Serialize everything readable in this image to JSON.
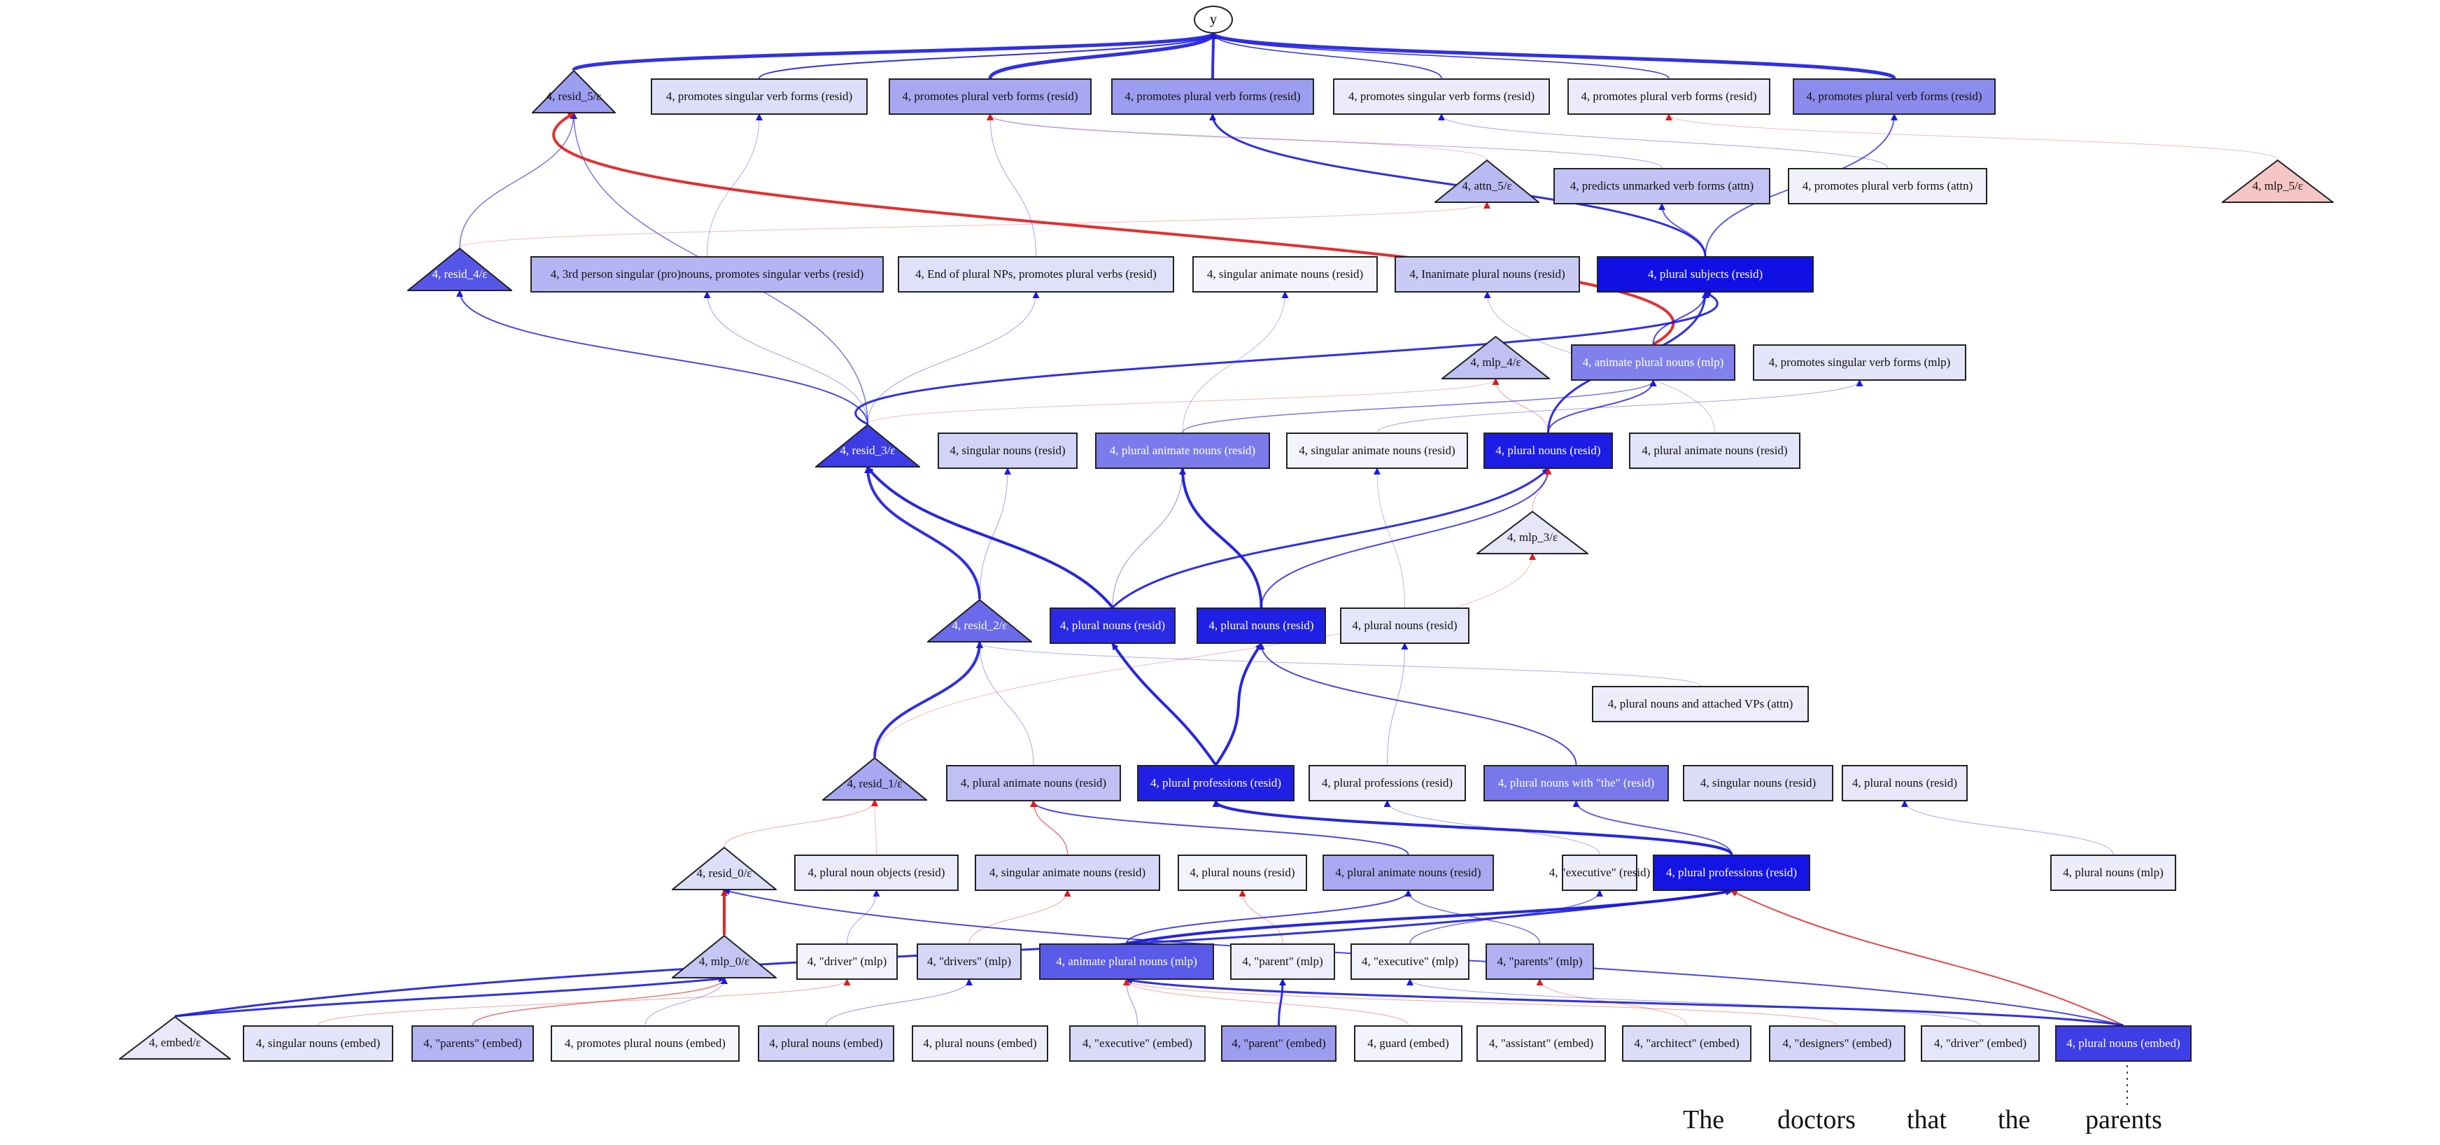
{
  "output_node": "y",
  "levels": [
    {
      "resid": {
        "label": "4, resid_5/ε",
        "fill": "#9d9df2"
      },
      "boxes": [
        {
          "label": "4, promotes singular verb forms (resid)",
          "fill": "#dedef9"
        },
        {
          "label": "4, promotes plural verb forms (resid)",
          "fill": "#a8a8f2"
        },
        {
          "label": "4, promotes plural verb forms (resid)",
          "fill": "#9c9cf0"
        },
        {
          "label": "4, promotes singular verb forms (resid)",
          "fill": "#ebebfb"
        },
        {
          "label": "4, promotes plural verb forms (resid)",
          "fill": "#ebebfb"
        },
        {
          "label": "4, promotes plural verb forms (resid)",
          "fill": "#8b8bee"
        }
      ]
    },
    {
      "extras": [
        {
          "label": "4, attn_5/ε",
          "fill": "#b9b9f4",
          "shape": "triangle"
        },
        {
          "label": "4, predicts unmarked verb forms (attn)",
          "fill": "#c2c2f4"
        },
        {
          "label": "4, promotes plural verb forms (attn)",
          "fill": "#f1f1fc"
        },
        {
          "label": "4, mlp_5/ε",
          "fill": "#f6c6c6",
          "shape": "triangle"
        }
      ]
    },
    {
      "resid": {
        "label": "4, resid_4/ε",
        "fill": "#5656e8"
      },
      "boxes": [
        {
          "label": "4, 3rd person singular (pro)nouns, promotes singular verbs (resid)",
          "fill": "#b5b5f3"
        },
        {
          "label": "4, End of plural NPs, promotes plural verbs (resid)",
          "fill": "#e0e0f9"
        },
        {
          "label": "4, singular animate nouns (resid)",
          "fill": "#f4f4fd"
        },
        {
          "label": "4, Inanimate plural nouns (resid)",
          "fill": "#cacaf6"
        },
        {
          "label": "4, plural subjects (resid)",
          "fill": "#1010e4"
        }
      ]
    },
    {
      "extras": [
        {
          "label": "4, mlp_4/ε",
          "fill": "#c0c0f4",
          "shape": "triangle"
        },
        {
          "label": "4, animate plural nouns (mlp)",
          "fill": "#8181ec"
        },
        {
          "label": "4, promotes singular verb forms (mlp)",
          "fill": "#e4e4fa"
        }
      ]
    },
    {
      "resid": {
        "label": "4, resid_3/ε",
        "fill": "#3d3de6"
      },
      "boxes": [
        {
          "label": "4, singular nouns (resid)",
          "fill": "#d3d3f7"
        },
        {
          "label": "4, plural animate nouns (resid)",
          "fill": "#7b7bec"
        },
        {
          "label": "4, singular animate nouns (resid)",
          "fill": "#f3f3fd"
        },
        {
          "label": "4, plural nouns (resid)",
          "fill": "#1c1ce5"
        },
        {
          "label": "4, plural animate nouns (resid)",
          "fill": "#e4e4fa"
        }
      ]
    },
    {
      "extras": [
        {
          "label": "4, mlp_3/ε",
          "fill": "#e6e6f8",
          "shape": "triangle"
        }
      ]
    },
    {
      "resid": {
        "label": "4, resid_2/ε",
        "fill": "#6a6aea"
      },
      "boxes": [
        {
          "label": "4, plural nouns (resid)",
          "fill": "#2a2ae6"
        },
        {
          "label": "4, plural nouns (resid)",
          "fill": "#2020e5"
        },
        {
          "label": "4, plural nouns (resid)",
          "fill": "#e6e6fa"
        }
      ]
    },
    {
      "extras": [
        {
          "label": "4, plural nouns and attached VPs (attn)",
          "fill": "#ececfb"
        }
      ]
    },
    {
      "resid": {
        "label": "4, resid_1/ε",
        "fill": "#a7a7f2"
      },
      "boxes": [
        {
          "label": "4, plural animate nouns (resid)",
          "fill": "#c0c0f5"
        },
        {
          "label": "4, plural professions (resid)",
          "fill": "#2020e5"
        },
        {
          "label": "4, plural professions (resid)",
          "fill": "#ebebfb"
        },
        {
          "label": "4, plural nouns with \"the\" (resid)",
          "fill": "#7878eb"
        },
        {
          "label": "4, singular nouns (resid)",
          "fill": "#dcdcf9"
        },
        {
          "label": "4, plural nouns (resid)",
          "fill": "#e8e8fa"
        }
      ]
    },
    {
      "resid": {
        "label": "4, resid_0/ε",
        "fill": "#dedef9"
      },
      "boxes": [
        {
          "label": "4, plural noun objects (resid)",
          "fill": "#eaeafb"
        },
        {
          "label": "4, singular animate nouns (resid)",
          "fill": "#d6d6f8"
        },
        {
          "label": "4, plural nouns (resid)",
          "fill": "#f3f3fd"
        },
        {
          "label": "4, plural animate nouns (resid)",
          "fill": "#a9a9f2"
        },
        {
          "label": "4, \"executive\" (resid)",
          "fill": "#ececfb"
        },
        {
          "label": "4, plural professions (resid)",
          "fill": "#1414e4"
        },
        {
          "label": "4, plural nouns (mlp)",
          "fill": "#ececfb"
        }
      ]
    },
    {
      "resid": {
        "label": "4, mlp_0/ε",
        "fill": "#c6c6f5"
      },
      "boxes": [
        {
          "label": "4, \"driver\" (mlp)",
          "fill": "#f3f3fd"
        },
        {
          "label": "4, \"drivers\" (mlp)",
          "fill": "#d6d6f8"
        },
        {
          "label": "4, animate plural nouns (mlp)",
          "fill": "#5a5ae9"
        },
        {
          "label": "4, \"parent\" (mlp)",
          "fill": "#ededfb"
        },
        {
          "label": "4, \"executive\" (mlp)",
          "fill": "#f3f3fd"
        },
        {
          "label": "4, \"parents\" (mlp)",
          "fill": "#b0b0f3"
        }
      ]
    },
    {
      "resid": {
        "label": "4, embed/ε",
        "fill": "#e8e8fa"
      },
      "boxes": [
        {
          "label": "4, singular nouns (embed)",
          "fill": "#e4e4fa"
        },
        {
          "label": "4, \"parents\" (embed)",
          "fill": "#b4b4f3"
        },
        {
          "label": "4, promotes plural nouns (embed)",
          "fill": "#f6f6fd"
        },
        {
          "label": "4, plural nouns (embed)",
          "fill": "#d2d2f7"
        },
        {
          "label": "4, plural nouns (embed)",
          "fill": "#ededfb"
        },
        {
          "label": "4, \"executive\" (embed)",
          "fill": "#d9d9f8"
        },
        {
          "label": "4, \"parent\" (embed)",
          "fill": "#9d9df0"
        },
        {
          "label": "4, guard (embed)",
          "fill": "#f3f3fd"
        },
        {
          "label": "4, \"assistant\" (embed)",
          "fill": "#f1f1fc"
        },
        {
          "label": "4, \"architect\" (embed)",
          "fill": "#dcdcf9"
        },
        {
          "label": "4, \"designers\" (embed)",
          "fill": "#d4d4f8"
        },
        {
          "label": "4, \"driver\" (embed)",
          "fill": "#e6e6fa"
        },
        {
          "label": "4, plural nouns (embed)",
          "fill": "#3e3ee7"
        }
      ]
    }
  ],
  "tokens": [
    "The",
    "doctors",
    "that",
    "the",
    "parents"
  ]
}
